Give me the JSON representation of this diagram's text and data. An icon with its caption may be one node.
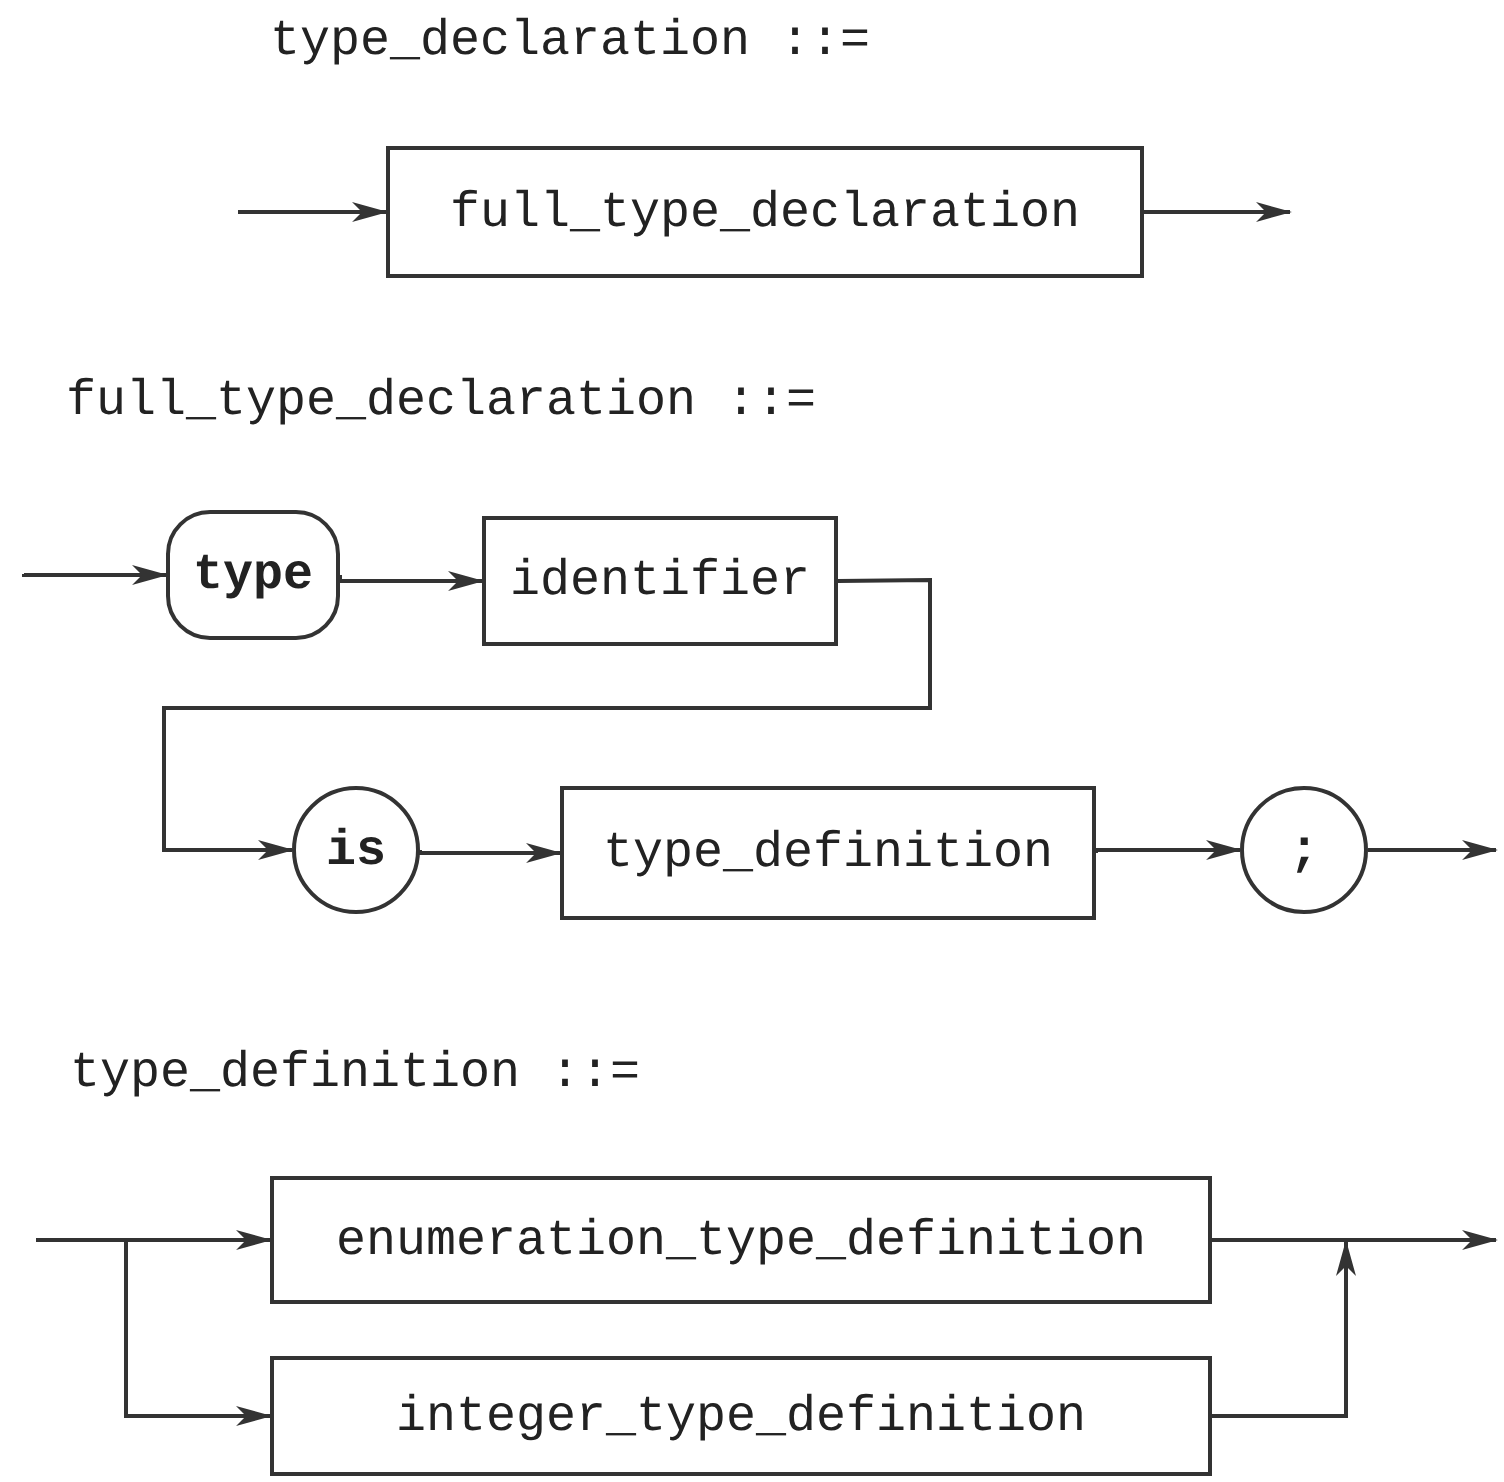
{
  "diagram": {
    "nodes": [
      {
        "text": [
          "full_type_declaration"
        ]
      },
      {
        "text": [
          "type"
        ]
      },
      {
        "text": [
          "identifier"
        ]
      },
      {
        "text": [
          "is"
        ]
      },
      {
        "text": [
          "type_definition"
        ]
      },
      {
        "text": [
          ";"
        ]
      },
      {
        "text": [
          "enumeration_type_definition"
        ]
      },
      {
        "text": [
          "integer_type_definition"
        ]
      }
    ],
    "edges": [
      {
        "from": null,
        "to": 0,
        "arrow": "to"
      },
      {
        "from": 0,
        "to": null,
        "arrow": "to"
      },
      {
        "from": null,
        "to": 1,
        "arrow": "to"
      },
      {
        "from": 1,
        "to": 2,
        "arrow": "to"
      },
      {
        "from": 2,
        "to": 3,
        "arrow": "to"
      },
      {
        "from": 3,
        "to": 4,
        "arrow": "to"
      },
      {
        "from": 4,
        "to": 5,
        "arrow": "to"
      },
      {
        "from": 5,
        "to": null,
        "arrow": "to"
      },
      {
        "from": null,
        "to": 6,
        "arrow": "to"
      },
      {
        "from": null,
        "to": 7,
        "arrow": "to"
      },
      {
        "from": 6,
        "to": null,
        "arrow": "to"
      },
      {
        "from": 7,
        "to": null,
        "arrow": "to"
      }
    ],
    "labels": [
      "type_declaration ::=",
      "full_type_declaration ::=",
      "type_definition ::="
    ]
  }
}
